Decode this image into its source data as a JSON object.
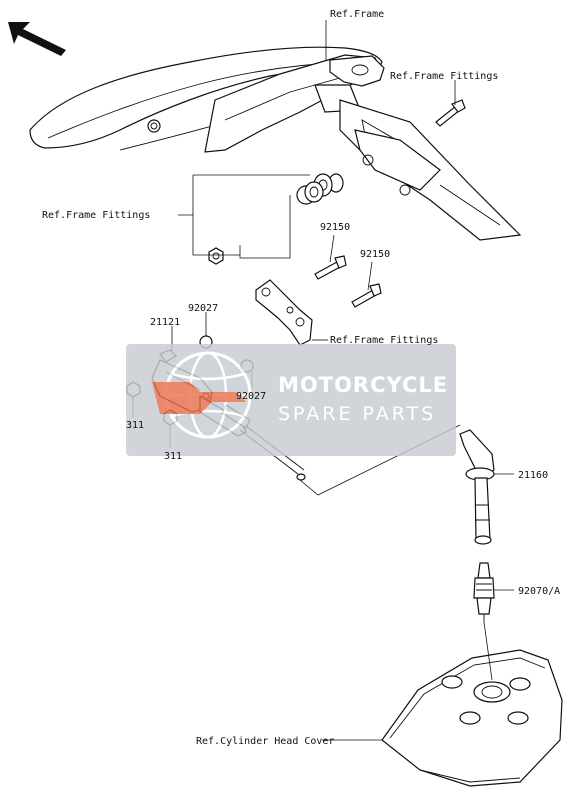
{
  "labels": {
    "ref_frame": "Ref.Frame",
    "ref_frame_fittings_top": "Ref.Frame Fittings",
    "ref_frame_fittings_left": "Ref.Frame Fittings",
    "ref_frame_fittings_mid": "Ref.Frame Fittings",
    "ref_cylinder_head_cover": "Ref.Cylinder Head Cover",
    "part_92150_a": "92150",
    "part_92150_b": "92150",
    "part_92027_a": "92027",
    "part_92027_b": "92027",
    "part_21121": "21121",
    "part_311_a": "311",
    "part_311_b": "311",
    "part_21160": "21160",
    "part_92070": "92070/A"
  },
  "watermark": {
    "title": "MOTORCYCLE",
    "subtitle": "SPARE PARTS",
    "color": "#c8ccd2",
    "accent": "#e8643c"
  },
  "icons": {
    "direction": "arrow-up-left-icon"
  }
}
